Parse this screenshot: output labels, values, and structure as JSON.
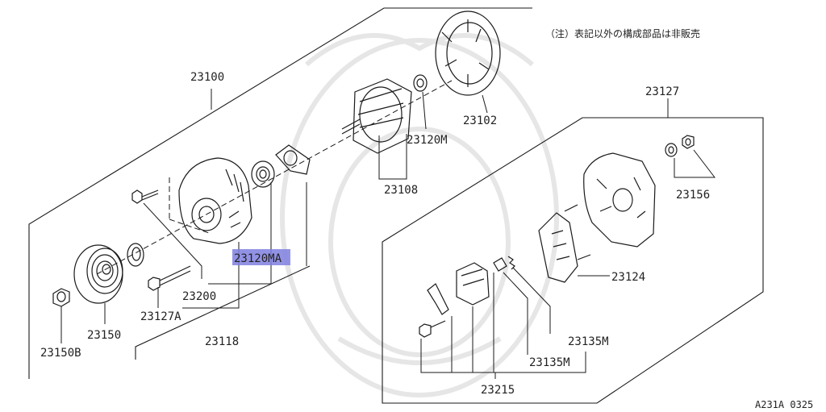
{
  "note": "（注）表記以外の構成部品は非販売",
  "drawing_code": "A231A 0325",
  "highlight_color": "#7f7fe0",
  "labels": {
    "l23100": "23100",
    "l23102": "23102",
    "l23120M": "23120M",
    "l23108": "23108",
    "l23127": "23127",
    "l23156": "23156",
    "l23124": "23124",
    "l23120MA": "23120MA",
    "l23200": "23200",
    "l23127A": "23127A",
    "l23150": "23150",
    "l23150B": "23150B",
    "l23118": "23118",
    "l23135M_a": "23135M",
    "l23135M_b": "23135M",
    "l23215": "23215"
  }
}
